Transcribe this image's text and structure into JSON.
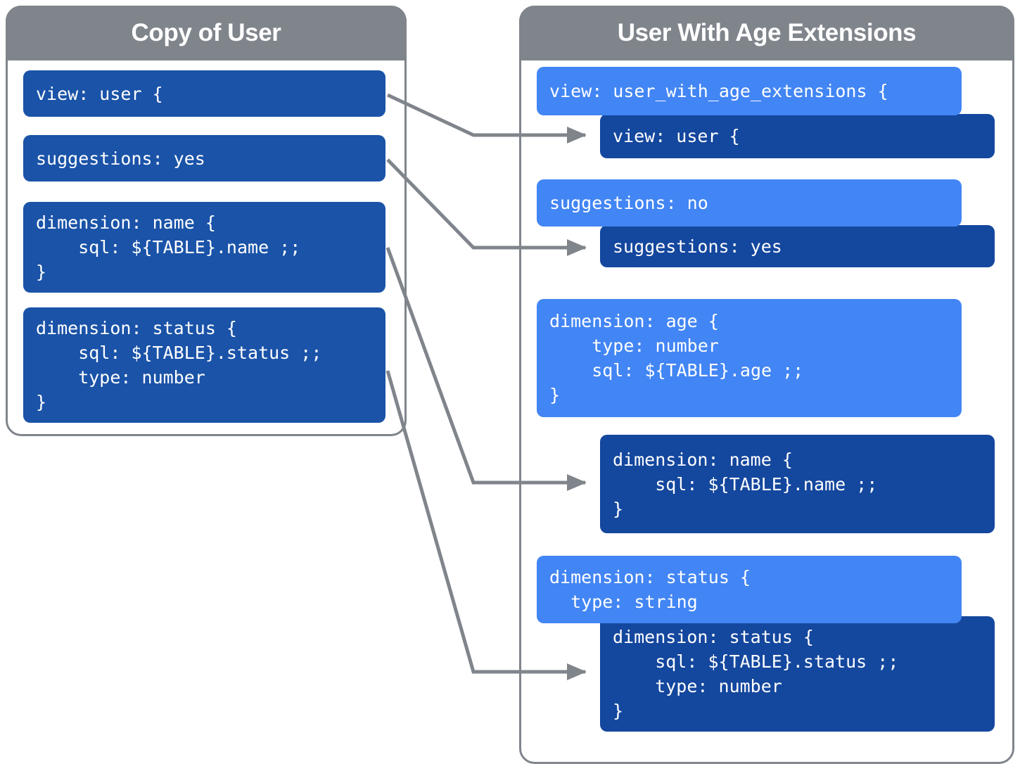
{
  "panels": {
    "left": {
      "title": "Copy of User",
      "cards": [
        {
          "name": "view-user",
          "code": "view: user {"
        },
        {
          "name": "suggestions-yes",
          "code": "suggestions: yes"
        },
        {
          "name": "dimension-name",
          "code": "dimension: name {\n    sql: ${TABLE}.name ;;\n}"
        },
        {
          "name": "dimension-status",
          "code": "dimension: status {\n    sql: ${TABLE}.status ;;\n    type: number\n}"
        }
      ]
    },
    "right": {
      "title": "User With Age Extensions",
      "cards": [
        {
          "name": "view-user-with-age-extensions",
          "variant": "light",
          "code": "view: user_with_age_extensions {"
        },
        {
          "name": "inherited-view-user",
          "variant": "darker",
          "code": "view: user {"
        },
        {
          "name": "suggestions-no",
          "variant": "light",
          "code": "suggestions: no"
        },
        {
          "name": "inherited-suggestions-yes",
          "variant": "darker",
          "code": "suggestions: yes"
        },
        {
          "name": "dimension-age",
          "variant": "light",
          "code": "dimension: age {\n    type: number\n    sql: ${TABLE}.age ;;\n}"
        },
        {
          "name": "inherited-dimension-name",
          "variant": "darker",
          "code": "dimension: name {\n    sql: ${TABLE}.name ;;\n}"
        },
        {
          "name": "dimension-status",
          "variant": "light",
          "code": "dimension: status {\n  type: string"
        },
        {
          "name": "inherited-dimension-status",
          "variant": "darker",
          "code": "dimension: status {\n    sql: ${TABLE}.status ;;\n    type: number\n}"
        }
      ]
    }
  },
  "connectors": [
    {
      "name": "connector-view-user",
      "from_card": "view-user",
      "to_card": "inherited-view-user"
    },
    {
      "name": "connector-suggestions",
      "from_card": "suggestions-yes",
      "to_card": "inherited-suggestions-yes"
    },
    {
      "name": "connector-dimension-name",
      "from_card": "dimension-name",
      "to_card": "inherited-dimension-name"
    },
    {
      "name": "connector-dimension-status",
      "from_card": "dimension-status",
      "to_card": "inherited-dimension-status"
    }
  ],
  "colors": {
    "header_gray": "#80858c",
    "card_dark": "#1a53a8",
    "card_darker": "#14479e",
    "card_light": "#4285f4",
    "connector": "#80858c",
    "background": "#ffffff"
  }
}
